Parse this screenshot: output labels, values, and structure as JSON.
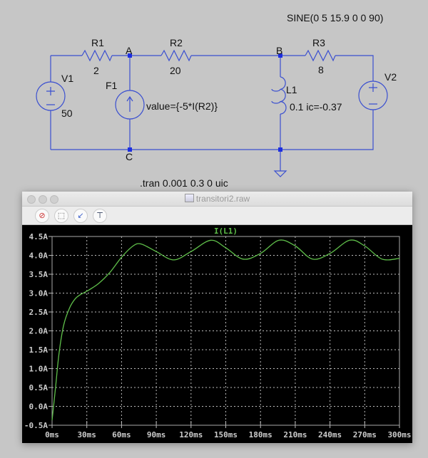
{
  "schematic": {
    "source_v1": {
      "name": "V1",
      "value": "50"
    },
    "r1": {
      "name": "R1",
      "value": "2"
    },
    "r2": {
      "name": "R2",
      "value": "20"
    },
    "r3": {
      "name": "R3",
      "value": "8"
    },
    "f1": {
      "name": "F1",
      "value": "value={-5*I(R2)}"
    },
    "l1": {
      "name": "L1",
      "value": "0.1 ic=-0.37"
    },
    "source_v2": {
      "name": "V2",
      "value": "SINE(0 5 15.9 0 0 90)"
    },
    "nodes": {
      "a": "A",
      "b": "B",
      "c": "C"
    },
    "directive": ".tran  0.001 0.3 0 uic",
    "wire_color": "#3a4fd0"
  },
  "waveform_window": {
    "title": "transitori2.raw",
    "toolbar": [
      "zoom-out-icon",
      "zoom-full-icon",
      "zoom-area-icon",
      "probe-icon"
    ]
  },
  "chart_data": {
    "type": "line",
    "title": "I(L1)",
    "xlabel": "",
    "ylabel": "",
    "xlim": [
      0,
      300
    ],
    "ylim": [
      -0.5,
      4.5
    ],
    "grid": true,
    "x_ticks": [
      "0ms",
      "30ms",
      "60ms",
      "90ms",
      "120ms",
      "150ms",
      "180ms",
      "210ms",
      "240ms",
      "270ms",
      "300ms"
    ],
    "y_ticks": [
      "4.5A",
      "4.0A",
      "3.5A",
      "3.0A",
      "2.5A",
      "2.0A",
      "1.5A",
      "1.0A",
      "0.5A",
      "0.0A",
      "-0.5A"
    ],
    "series": [
      {
        "name": "I(L1)",
        "color": "#5fbf4a",
        "x": [
          0,
          3,
          6,
          10,
          15,
          20,
          25,
          30,
          40,
          50,
          60,
          70,
          77,
          90,
          105,
          120,
          137,
          150,
          165,
          180,
          196,
          210,
          225,
          240,
          257,
          270,
          285,
          300
        ],
        "y": [
          -0.37,
          0.5,
          1.4,
          2.15,
          2.6,
          2.85,
          2.97,
          3.05,
          3.25,
          3.55,
          3.95,
          4.25,
          4.3,
          4.1,
          3.88,
          4.1,
          4.4,
          4.2,
          3.9,
          4.05,
          4.4,
          4.25,
          3.9,
          4.05,
          4.4,
          4.25,
          3.9,
          3.92
        ]
      }
    ]
  }
}
